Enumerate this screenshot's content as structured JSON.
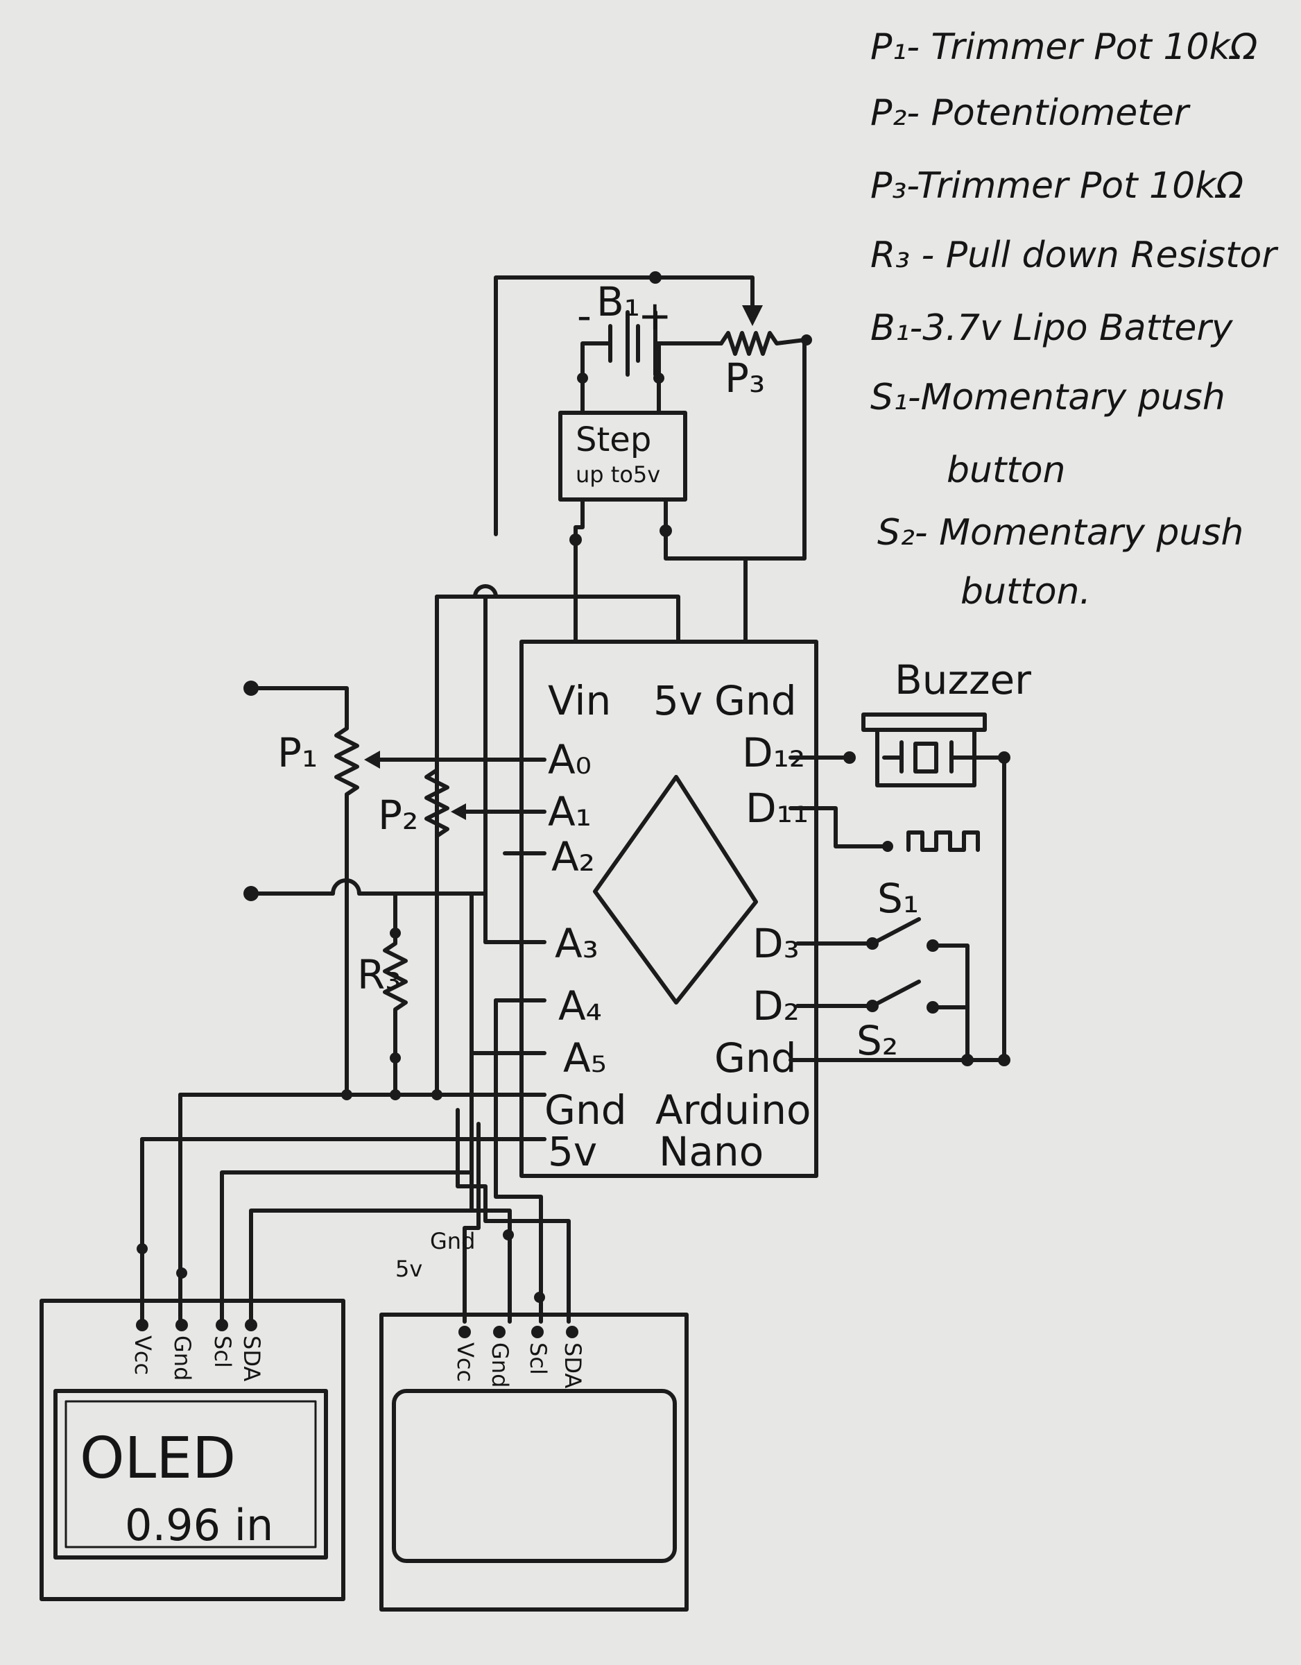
{
  "legend": [
    {
      "ref": "P₁",
      "text": "P₁- Trimmer Pot 10kΩ"
    },
    {
      "ref": "P₂",
      "text": "P₂- Potentiometer"
    },
    {
      "ref": "P₃",
      "text": "P₃-Trimmer Pot 10kΩ"
    },
    {
      "ref": "R₃",
      "text": "R₃ - Pull down Resistor"
    },
    {
      "ref": "B₁",
      "text": "B₁-3.7v Lipo Battery"
    },
    {
      "ref": "S₁",
      "text": "S₁-Momentary push"
    },
    {
      "ref": "S₁-cont",
      "text": "button"
    },
    {
      "ref": "S₂",
      "text": "S₂- Momentary push"
    },
    {
      "ref": "S₂-cont",
      "text": "button."
    }
  ],
  "battery": {
    "label": "B₁",
    "minus": "-",
    "plus": "+"
  },
  "trimmer_p3": {
    "label": "P₃"
  },
  "stepup": {
    "line1": "Step",
    "line2": "up to5v"
  },
  "arduino": {
    "name_line1": "Arduino",
    "name_line2": "Nano",
    "top_pins": [
      "Vin",
      "5v",
      "Gnd"
    ],
    "left_pins": [
      "A₀",
      "A₁",
      "A₂",
      "A₃",
      "A₄",
      "A₅",
      "Gnd",
      "5v"
    ],
    "right_pins": [
      "D₁₂",
      "D₁₁",
      "D₃",
      "D₂",
      "Gnd"
    ]
  },
  "p1": {
    "label": "P₁"
  },
  "p2": {
    "label": "P₂"
  },
  "r3": {
    "label": "R₃"
  },
  "buzzer": {
    "label": "Buzzer"
  },
  "s1": {
    "label": "S₁"
  },
  "s2": {
    "label": "S₂"
  },
  "oled1": {
    "pins": [
      "Vcc",
      "Gnd",
      "Scl",
      "SDA"
    ],
    "line1": "OLED",
    "line2": "0.96 in"
  },
  "oled2": {
    "pins": [
      "Vcc",
      "Gnd",
      "Scl",
      "SDA"
    ],
    "wire_5v": "5v",
    "wire_gnd": "Gnd"
  }
}
